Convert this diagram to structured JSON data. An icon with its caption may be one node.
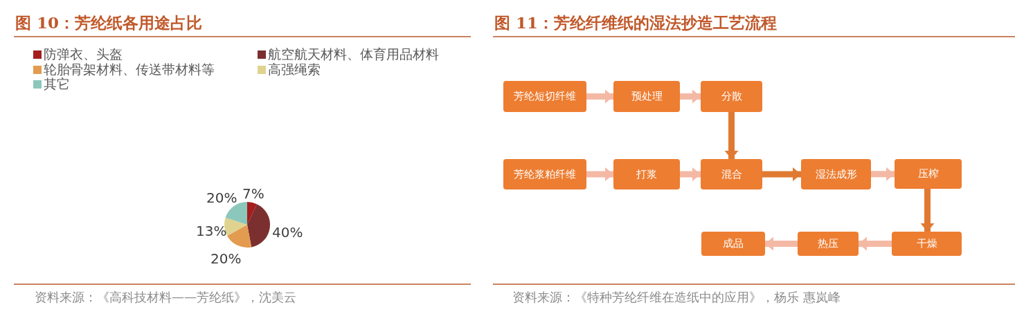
{
  "diagram": {
    "title": "图 11：芳纶纤维纸的湿法抄造工艺流程",
    "nodes": [
      {
        "text": [
          "芳纶短切纤维"
        ]
      },
      {
        "text": [
          "预处理"
        ]
      },
      {
        "text": [
          "分散"
        ]
      },
      {
        "text": [
          "芳纶浆粕纤维"
        ]
      },
      {
        "text": [
          "打浆"
        ]
      },
      {
        "text": [
          "混合"
        ]
      },
      {
        "text": [
          "湿法成形"
        ]
      },
      {
        "text": [
          "压榨"
        ]
      },
      {
        "text": [
          "成品"
        ]
      },
      {
        "text": [
          "热压"
        ]
      },
      {
        "text": [
          "干燥"
        ]
      }
    ],
    "edges": [
      {
        "from": 0,
        "to": 1,
        "arrow": "to"
      },
      {
        "from": 1,
        "to": 2,
        "arrow": "to"
      },
      {
        "from": 2,
        "to": 5,
        "arrow": "to",
        "color": "#e07a33"
      },
      {
        "from": 3,
        "to": 4,
        "arrow": "to"
      },
      {
        "from": 4,
        "to": 5,
        "arrow": "to"
      },
      {
        "from": 5,
        "to": 6,
        "arrow": "to",
        "color": "#e07a33"
      },
      {
        "from": 6,
        "to": 7,
        "arrow": "to"
      },
      {
        "from": 7,
        "to": 10,
        "arrow": "to",
        "color": "#e07a33"
      },
      {
        "from": 10,
        "to": 9,
        "arrow": "to"
      },
      {
        "from": 9,
        "to": 8,
        "arrow": "to"
      }
    ],
    "labels": [
      "资料来源：《高科技材料——芳纶纸》，沈美云",
      "资料来源：《特种芳纶纤维在造纸中的应用》，杨乐 惠岚峰"
    ],
    "legend": [
      {
        "text": "防弹衣、头盔",
        "color": "#a51d1d"
      },
      {
        "text": "航空航天材料、体育用品材料",
        "color": "#7b2f2f"
      },
      {
        "text": "轮胎骨架材料、传送带材料等",
        "color": "#e39b50"
      },
      {
        "text": "高强绳索",
        "color": "#dfd38f"
      },
      {
        "text": "其它",
        "color": "#8cc7bb"
      }
    ],
    "chart_data": {
      "type": "pie",
      "title": "图 10：芳纶纸各用途占比",
      "values": [
        7,
        40,
        20,
        13,
        20
      ],
      "value_labels": [
        "7%",
        "40%",
        "20%",
        "13%",
        "20%"
      ]
    }
  }
}
